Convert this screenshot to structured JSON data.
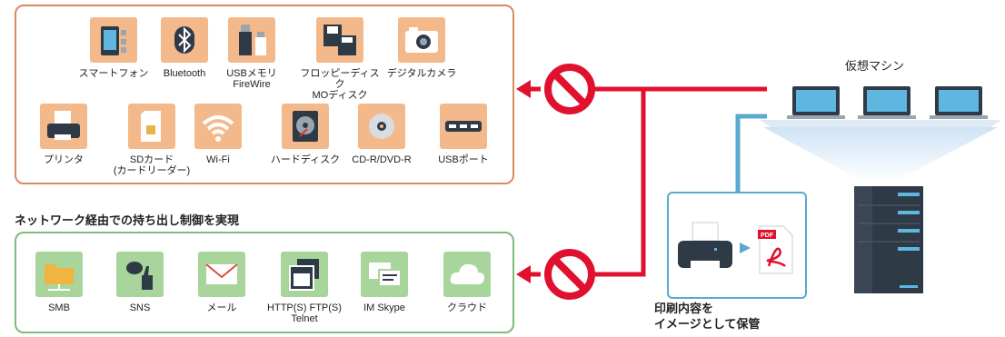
{
  "device_section": {
    "row1": [
      {
        "label": "スマートフォン",
        "icon": "smartphone-icon"
      },
      {
        "label": "Bluetooth",
        "icon": "bluetooth-icon"
      },
      {
        "label": "USBメモリ\nFireWire",
        "icon": "usb-memory-icon"
      },
      {
        "label": "フロッピーディスク\nMOディスク",
        "icon": "floppy-disk-icon"
      },
      {
        "label": "デジタルカメラ",
        "icon": "camera-icon"
      }
    ],
    "row2": [
      {
        "label": "プリンタ",
        "icon": "printer-icon"
      },
      {
        "label": "SDカード\n(カードリーダー)",
        "icon": "sd-card-icon"
      },
      {
        "label": "Wi-Fi",
        "icon": "wifi-icon"
      },
      {
        "label": "ハードディスク",
        "icon": "hard-disk-icon"
      },
      {
        "label": "CD-R/DVD-R",
        "icon": "cd-icon"
      },
      {
        "label": "USBポート",
        "icon": "usb-port-icon"
      }
    ]
  },
  "network_section": {
    "title": "ネットワーク経由での持ち出し制御を実現",
    "items": [
      {
        "label": "SMB",
        "icon": "folder-icon"
      },
      {
        "label": "SNS",
        "icon": "bird-thumbs-up-icon"
      },
      {
        "label": "メール",
        "icon": "mail-icon"
      },
      {
        "label": "HTTP(S) FTP(S)\nTelnet",
        "icon": "browser-window-icon"
      },
      {
        "label": "IM Skype",
        "icon": "chat-icon"
      },
      {
        "label": "クラウド",
        "icon": "cloud-icon"
      }
    ]
  },
  "virtual_machine": {
    "title": "仮想マシン",
    "icon": "laptop-icon"
  },
  "print_archive": {
    "caption": "印刷内容を\nイメージとして保管",
    "icons": [
      "printer-icon",
      "pdf-icon"
    ]
  },
  "colors": {
    "device_border": "#d98a62",
    "device_tile": "#f3b98b",
    "network_border": "#7dbb78",
    "network_tile": "#a7d59b",
    "block_line": "#e0112f",
    "print_line": "#5aa9cf"
  }
}
